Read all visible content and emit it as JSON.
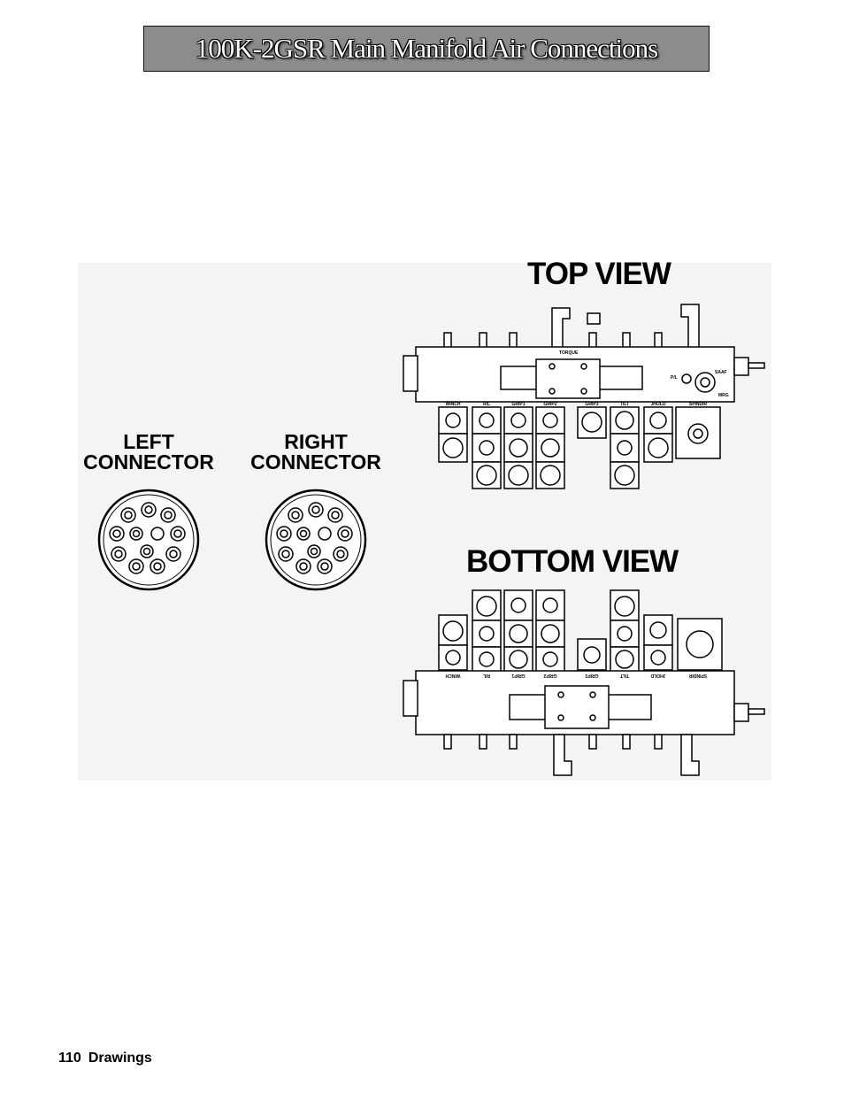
{
  "page_title": "100K-2GSR Main Manifold Air Connections",
  "views": {
    "top": "TOP VIEW",
    "bottom": "BOTTOM VIEW"
  },
  "connectors": {
    "left": [
      "LEFT",
      "CONNECTOR"
    ],
    "right": [
      "RIGHT",
      "CONNECTOR"
    ]
  },
  "manifold_labels": [
    "WINCH",
    "R/L",
    "GRIP1",
    "GRIP2",
    "GRIP3",
    "TILT",
    "JHOLD",
    "SPINDIR"
  ],
  "manifold_tags": {
    "torque": "TORQUE",
    "pl": "P/L",
    "saaf": "SAAF",
    "mrg": "MRG"
  },
  "footer": {
    "page_number": "110",
    "section": "Drawings"
  }
}
